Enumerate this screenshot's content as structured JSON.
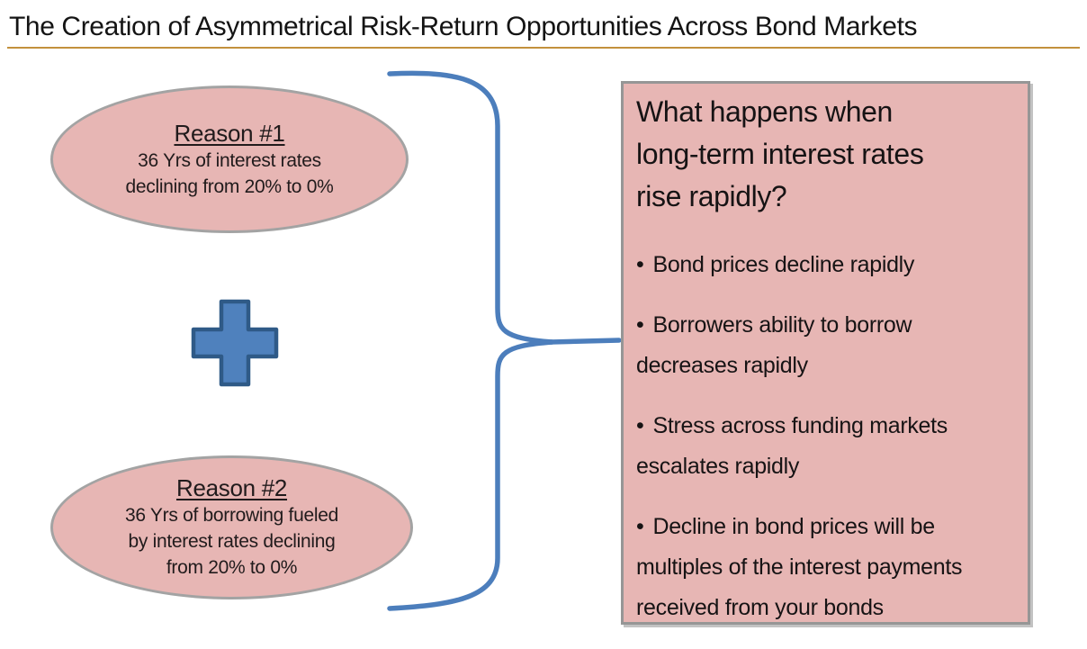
{
  "title": "The Creation of Asymmetrical Risk-Return Opportunities Across Bond Markets",
  "reasons": [
    {
      "heading": "Reason #1",
      "lines": [
        "36 Yrs of interest rates",
        "declining from 20% to 0%"
      ]
    },
    {
      "heading": "Reason #2",
      "lines": [
        "36 Yrs of borrowing fueled",
        "by interest rates declining",
        "from 20% to 0%"
      ]
    }
  ],
  "operator": "plus",
  "result_box": {
    "heading_lines": [
      "What happens when",
      "long-term interest rates",
      "rise rapidly?"
    ],
    "bullet_char": "•",
    "bullets": [
      "Bond prices decline rapidly",
      "Borrowers ability to borrow decreases rapidly",
      "Stress across funding markets escalates rapidly",
      "Decline in bond prices will be multiples of the interest payments received from your bonds"
    ]
  },
  "colors": {
    "pink_fill": "#e7b6b4",
    "shape_border": "#a3a3a3",
    "box_border": "#969696",
    "blue": "#4c7ebc",
    "blue_plus_fill": "#4f81bd",
    "blue_plus_border": "#2f5a87",
    "underline_gold": "#c3913d",
    "text_dark": "#211b1c"
  }
}
